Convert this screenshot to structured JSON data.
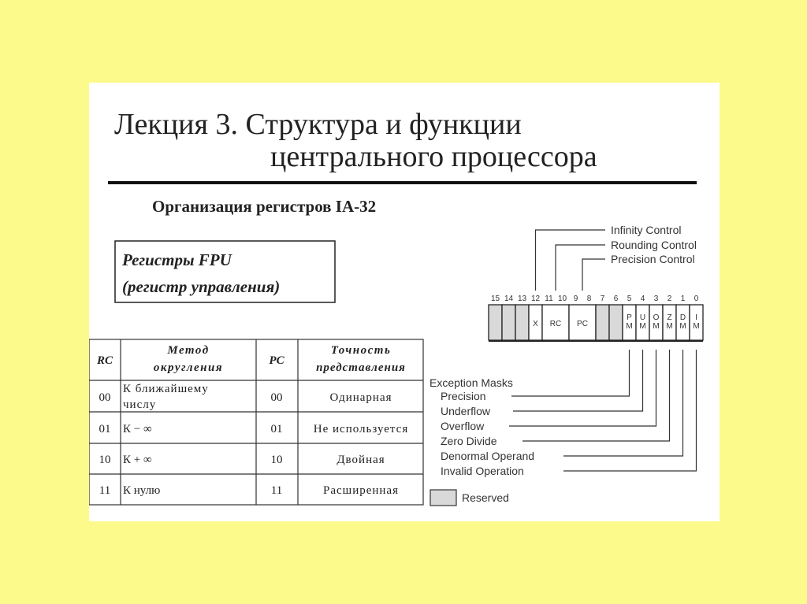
{
  "slide": {
    "title_line1": "Лекция 3.  Структура и функции",
    "title_line2": "центрального процессора",
    "subtitle": "Организация регистров IA-32",
    "fpu_box": {
      "line1": "Регистры FPU",
      "line2": "(регистр управления)"
    }
  },
  "table": {
    "headers": [
      {
        "l1": "RC",
        "l2": ""
      },
      {
        "l1": "Метод",
        "l2": "округления"
      },
      {
        "l1": "PC",
        "l2": ""
      },
      {
        "l1": "Точность",
        "l2": "представления"
      }
    ],
    "rows": [
      {
        "rc": "00",
        "method1": "К ближайшему",
        "method2": "числу",
        "pc": "00",
        "precision": "Одинарная"
      },
      {
        "rc": "01",
        "method1": "К − ∞",
        "method2": "",
        "pc": "01",
        "precision": "Не используется"
      },
      {
        "rc": "10",
        "method1": "К + ∞",
        "method2": "",
        "pc": "10",
        "precision": "Двойная"
      },
      {
        "rc": "11",
        "method1": "К нулю",
        "method2": "",
        "pc": "11",
        "precision": "Расширенная"
      }
    ]
  },
  "diagram": {
    "controls": [
      "Infinity Control",
      "Rounding Control",
      "Precision Control"
    ],
    "bit_numbers": [
      "15",
      "14",
      "13",
      "12",
      "11",
      "10",
      "9",
      "8",
      "7",
      "6",
      "5",
      "4",
      "3",
      "2",
      "1",
      "0"
    ],
    "fields": {
      "x": "X",
      "rc": "RC",
      "pc": "PC",
      "pm": [
        "P",
        "M"
      ],
      "um": [
        "U",
        "M"
      ],
      "om": [
        "O",
        "M"
      ],
      "zm": [
        "Z",
        "M"
      ],
      "dm": [
        "D",
        "M"
      ],
      "im": [
        "I",
        "M"
      ]
    },
    "exception_title": "Exception Masks",
    "exceptions": [
      "Precision",
      "Underflow",
      "Overflow",
      "Zero Divide",
      "Denormal Operand",
      "Invalid Operation"
    ],
    "legend_reserved": "Reserved",
    "reserved_color": "#d9d9d9"
  }
}
